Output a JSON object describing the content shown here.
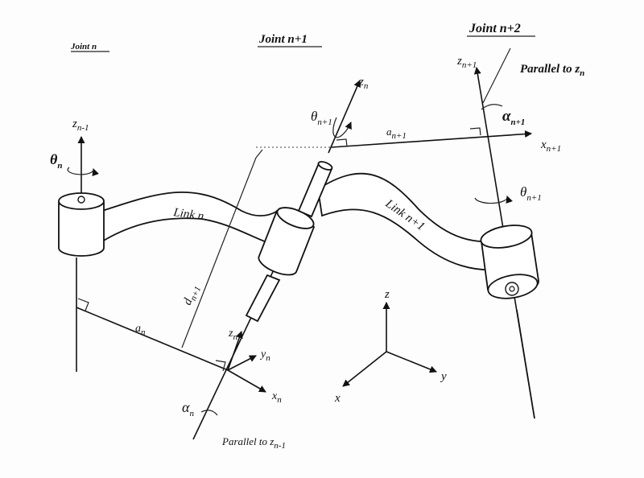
{
  "headers": {
    "joint_n": "Joint n",
    "joint_n1": "Joint n+1",
    "joint_n2": "Joint n+2"
  },
  "annotations": {
    "parallel_zn_prefix": "Parallel to ",
    "parallel_zn_var": "z",
    "parallel_zn_sub": "n",
    "parallel_zn1_prefix": "Parallel to ",
    "parallel_zn1_var": "z",
    "parallel_zn1_sub": "n-1"
  },
  "links": {
    "link_n": {
      "word": "Link ",
      "var": "n"
    },
    "link_n1": {
      "word": "Link ",
      "var": "n+1"
    }
  },
  "symbols": {
    "z_nminus1": {
      "base": "z",
      "sub": "n-1"
    },
    "theta_n": {
      "base": "θ",
      "sub": "n"
    },
    "z_n_top": {
      "base": "z",
      "sub": "n"
    },
    "theta_n1_top": {
      "base": "θ",
      "sub": "n+1"
    },
    "a_n1": {
      "base": "a",
      "sub": "n+1"
    },
    "z_n1": {
      "base": "z",
      "sub": "n+1"
    },
    "alpha_n1": {
      "base": "α",
      "sub": "n+1"
    },
    "x_n1": {
      "base": "x",
      "sub": "n+1"
    },
    "theta_n1_right": {
      "base": "θ",
      "sub": "n+1"
    },
    "d_n1": {
      "base": "d",
      "sub": "n+1"
    },
    "a_n": {
      "base": "a",
      "sub": "n"
    },
    "z_n_frame": {
      "base": "z",
      "sub": "n"
    },
    "y_n": {
      "base": "y",
      "sub": "n"
    },
    "x_n": {
      "base": "x",
      "sub": "n"
    },
    "alpha_n": {
      "base": "α",
      "sub": "n"
    }
  },
  "world_axes": {
    "z": "z",
    "y": "y",
    "x": "x"
  }
}
